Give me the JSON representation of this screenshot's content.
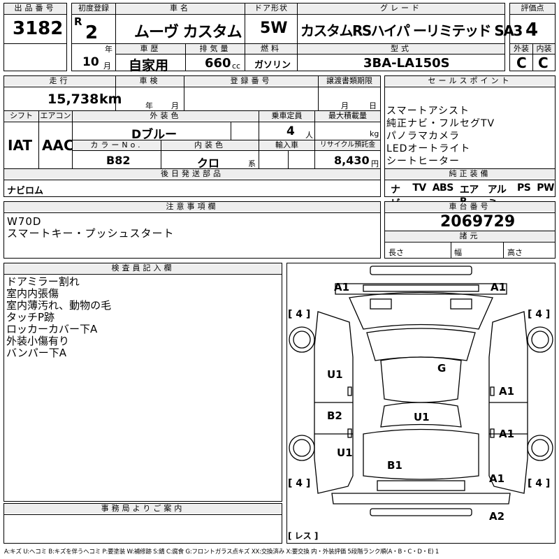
{
  "header": {
    "lot_label": "出品番号",
    "lot": "3182",
    "first_reg_label": "初度登録",
    "era": "R",
    "year": "2",
    "year_unit": "年",
    "month": "10",
    "month_unit": "月",
    "model_label": "車名",
    "model": "ムーヴ カスタム",
    "doors_label": "ドア形状",
    "doors": "5W",
    "grade_label": "グレード",
    "grade": "カスタムRSハイパ ーリミテッド SA3",
    "score_label": "評価点",
    "score": "4",
    "history_label": "車歴",
    "history": "自家用",
    "cc_label": "排気量",
    "cc": "660",
    "cc_unit": "cc",
    "fuel_label": "燃料",
    "fuel": "ガソリン",
    "type_label": "型式",
    "type": "3BA-LA150S",
    "ext_label": "外装",
    "ext": "C",
    "int_label": "内装",
    "int": "C"
  },
  "row2": {
    "mileage_label": "走行",
    "mileage": "15,738",
    "mileage_unit": "km",
    "inspection_label": "車検",
    "insp_year": "年",
    "insp_month": "月",
    "regno_label": "登録番号",
    "transfer_label": "譲渡書類期限",
    "transfer_month": "月",
    "transfer_day": "日",
    "shift_label": "シフト",
    "shift": "IAT",
    "ac_label": "エアコン",
    "ac": "AAC",
    "color_label": "外装色",
    "color": "Dブルー",
    "capacity_label": "乗車定員",
    "capacity": "4",
    "capacity_unit": "人",
    "load_label": "最大積載量",
    "load_unit": "kg",
    "colorno_label": "カラーNo.",
    "colorno": "B82",
    "intcolor_label": "内装色",
    "intcolor": "クロ",
    "intcolor_unit": "系",
    "import_label": "輸入車",
    "recycle_label": "リサイクル預託金",
    "recycle": "8,430",
    "recycle_unit": "円",
    "later_label": "後日発送部品",
    "later": "ナビロム"
  },
  "sales": {
    "label": "セールスポイント",
    "points": [
      "スマートアシスト",
      "純正ナビ・フルセグTV",
      "パノラマカメラ",
      "LEDオートライト",
      "シートヒーター"
    ],
    "equip_label": "純正装備",
    "equip": [
      "ナビ",
      "TV",
      "ABS",
      "エアB",
      "アルミ",
      "PS",
      "PW"
    ]
  },
  "notes": {
    "label": "注意事項欄",
    "lines": [
      "W70D",
      "スマートキー・プッシュスタート"
    ]
  },
  "chassis": {
    "label": "車台番号",
    "number": "2069729",
    "dims_label": "諸元",
    "length": "長さ",
    "width": "幅",
    "height": "高さ"
  },
  "inspector": {
    "label": "検査員記入欄",
    "lines": [
      "ドアミラー割れ",
      "室内内張傷",
      "室内薄汚れ、動物の毛",
      "タッチP跡",
      "ロッカーカバー下A",
      "外装小傷有り",
      "バンパー下A"
    ]
  },
  "office": {
    "label": "事務局よりご案内"
  },
  "diagram": {
    "marks": {
      "front_left": "A1",
      "front_right": "A1",
      "roof": "G",
      "left_front_door": "U1",
      "left_rear_door": "B2",
      "left_rear": "U1",
      "center": "U1",
      "rear_center": "B1",
      "right_front": "A1",
      "right_rear_door": "A1",
      "right_rear": "A1",
      "rear": "A2"
    },
    "tire_fl": "[ 4 ]",
    "tire_fr": "[ 4 ]",
    "tire_rl": "[ 4 ]",
    "tire_rr": "[ 4 ]",
    "spare": "[ レス ]"
  },
  "legend": "A:キズ U:ヘコミ B:キズを伴うヘコミ P:要塗装 W:補修跡 S:錆 C:腐食 G:フロントガラス点キズ XX:交換済み X:要交換 内・外装評価 5段階ランク順(A・B・C・D・E) 1"
}
